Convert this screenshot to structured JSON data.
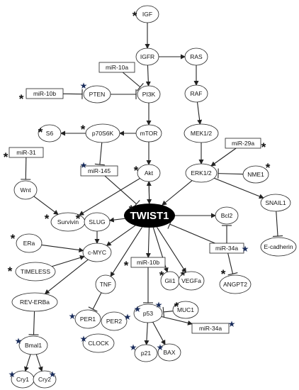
{
  "colors": {
    "node_stroke": "#222222",
    "hub_fill": "#000000",
    "hub_text": "#ffffff",
    "star": "#1a2d5c",
    "text": "#111111"
  },
  "hub": {
    "id": "twist1",
    "label": "TWIST1"
  },
  "nodes": [
    {
      "id": "igf",
      "label": "IGF"
    },
    {
      "id": "igfr",
      "label": "IGFR"
    },
    {
      "id": "ras",
      "label": "RAS"
    },
    {
      "id": "mir10a",
      "label": "miR-10a"
    },
    {
      "id": "raf",
      "label": "RAF"
    },
    {
      "id": "mir10b-top",
      "label": "miR-10b"
    },
    {
      "id": "pten",
      "label": "PTEN"
    },
    {
      "id": "pi3k",
      "label": "PI3K"
    },
    {
      "id": "s6",
      "label": "S6"
    },
    {
      "id": "p70s6k",
      "label": "p70S6K"
    },
    {
      "id": "mtor",
      "label": "mTOR"
    },
    {
      "id": "mek12",
      "label": "MEK1/2"
    },
    {
      "id": "mir29a",
      "label": "miR-29a"
    },
    {
      "id": "mir31",
      "label": "miR-31"
    },
    {
      "id": "mir145",
      "label": "miR-145"
    },
    {
      "id": "akt",
      "label": "Akt"
    },
    {
      "id": "erk12",
      "label": "ERK1/2"
    },
    {
      "id": "nme1",
      "label": "NME1"
    },
    {
      "id": "wnt",
      "label": "Wnt"
    },
    {
      "id": "snail1",
      "label": "SNAIL1"
    },
    {
      "id": "survivin",
      "label": "Survivin"
    },
    {
      "id": "slug",
      "label": "SLUG"
    },
    {
      "id": "bcl2",
      "label": "Bcl2"
    },
    {
      "id": "era",
      "label": "ERa"
    },
    {
      "id": "cmyc",
      "label": "c-MYC"
    },
    {
      "id": "mir34a-mid",
      "label": "miR-34a"
    },
    {
      "id": "ecadherin",
      "label": "E-cadherin"
    },
    {
      "id": "mir10b-mid",
      "label": "miR-10b"
    },
    {
      "id": "timeless",
      "label": "TIMELESS"
    },
    {
      "id": "gli1",
      "label": "Gli1"
    },
    {
      "id": "vegfa",
      "label": "VEGFa"
    },
    {
      "id": "angpt2",
      "label": "ANGPT2"
    },
    {
      "id": "tnf",
      "label": "TNF"
    },
    {
      "id": "reverba",
      "label": "REV-ERBa"
    },
    {
      "id": "muc1",
      "label": "MUC1"
    },
    {
      "id": "per1",
      "label": "PER1"
    },
    {
      "id": "per2",
      "label": "PER2"
    },
    {
      "id": "p53",
      "label": "p53"
    },
    {
      "id": "mir34a-low",
      "label": "miR-34a"
    },
    {
      "id": "bmal1",
      "label": "Bmal1"
    },
    {
      "id": "clock",
      "label": "CLOCK"
    },
    {
      "id": "p21",
      "label": "p21"
    },
    {
      "id": "bax",
      "label": "BAX"
    },
    {
      "id": "cry1",
      "label": "Cry1"
    },
    {
      "id": "cry2",
      "label": "Cry2"
    }
  ],
  "markers": {
    "asterisk": "*",
    "star": "★"
  },
  "edges": [
    {
      "from": "igf",
      "to": "igfr",
      "type": "activation"
    },
    {
      "from": "igfr",
      "to": "ras",
      "type": "activation"
    },
    {
      "from": "ras",
      "to": "raf",
      "type": "activation"
    },
    {
      "from": "raf",
      "to": "mek12",
      "type": "activation"
    },
    {
      "from": "mek12",
      "to": "erk12",
      "type": "activation"
    },
    {
      "from": "igfr",
      "to": "pi3k",
      "type": "activation"
    },
    {
      "from": "mir10a",
      "to": "pi3k",
      "type": "inhibition"
    },
    {
      "from": "mir10b-top",
      "to": "pten",
      "type": "inhibition"
    },
    {
      "from": "pten",
      "to": "pi3k",
      "type": "inhibition"
    },
    {
      "from": "pi3k",
      "to": "mtor",
      "type": "activation"
    },
    {
      "from": "mtor",
      "to": "p70s6k",
      "type": "activation"
    },
    {
      "from": "p70s6k",
      "to": "s6",
      "type": "activation"
    },
    {
      "from": "p70s6k",
      "to": "mir145",
      "type": "inhibition"
    },
    {
      "from": "mtor",
      "to": "akt",
      "type": "activation"
    },
    {
      "from": "mir145",
      "to": "twist1",
      "type": "inhibition"
    },
    {
      "from": "akt",
      "to": "twist1",
      "type": "activation"
    },
    {
      "from": "twist1",
      "to": "akt",
      "type": "activation"
    },
    {
      "from": "mir29a",
      "to": "erk12",
      "type": "activation"
    },
    {
      "from": "nme1",
      "to": "erk12",
      "type": "inhibition"
    },
    {
      "from": "erk12",
      "to": "twist1",
      "type": "activation"
    },
    {
      "from": "erk12",
      "to": "snail1",
      "type": "activation"
    },
    {
      "from": "snail1",
      "to": "ecadherin",
      "type": "inhibition"
    },
    {
      "from": "mir31",
      "to": "wnt",
      "type": "inhibition"
    },
    {
      "from": "wnt",
      "to": "survivin",
      "type": "activation"
    },
    {
      "from": "akt",
      "to": "survivin",
      "type": "activation"
    },
    {
      "from": "twist1",
      "to": "slug",
      "type": "activation"
    },
    {
      "from": "slug",
      "to": "cmyc",
      "type": "activation"
    },
    {
      "from": "era",
      "to": "cmyc",
      "type": "activation"
    },
    {
      "from": "timeless",
      "to": "cmyc",
      "type": "activation"
    },
    {
      "from": "twist1",
      "to": "cmyc",
      "type": "activation"
    },
    {
      "from": "cmyc",
      "to": "reverba",
      "type": "activation"
    },
    {
      "from": "reverba",
      "to": "bmal1",
      "type": "inhibition"
    },
    {
      "from": "bmal1",
      "to": "cry1",
      "type": "activation"
    },
    {
      "from": "bmal1",
      "to": "cry2",
      "type": "activation"
    },
    {
      "from": "twist1",
      "to": "tnf",
      "type": "activation"
    },
    {
      "from": "tnf",
      "to": "per1",
      "type": "inhibition"
    },
    {
      "from": "twist1",
      "to": "mir10b-mid",
      "type": "activation"
    },
    {
      "from": "mir10b-mid",
      "to": "p53",
      "type": "inhibition"
    },
    {
      "from": "muc1",
      "to": "p53",
      "type": "inhibition"
    },
    {
      "from": "p53",
      "to": "mir34a-low",
      "type": "activation"
    },
    {
      "from": "p53",
      "to": "p21",
      "type": "activation"
    },
    {
      "from": "p53",
      "to": "bax",
      "type": "activation"
    },
    {
      "from": "twist1",
      "to": "gli1",
      "type": "activation"
    },
    {
      "from": "twist1",
      "to": "vegfa",
      "type": "activation"
    },
    {
      "from": "twist1",
      "to": "bcl2",
      "type": "activation"
    },
    {
      "from": "mir34a-mid",
      "to": "twist1",
      "type": "inhibition"
    },
    {
      "from": "mir34a-mid",
      "to": "bcl2",
      "type": "inhibition"
    },
    {
      "from": "mir34a-mid",
      "to": "angpt2",
      "type": "inhibition"
    }
  ]
}
